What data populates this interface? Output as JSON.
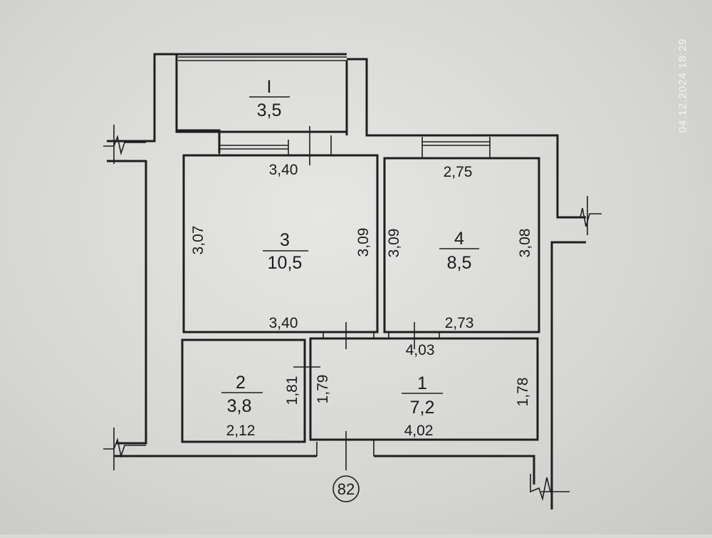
{
  "timestamp": "04.12.2024 18:29",
  "apartment_number": "82",
  "rooms": [
    {
      "id": "balcony",
      "number": "I",
      "area": "3,5"
    },
    {
      "id": "room-3",
      "number": "3",
      "area": "10,5",
      "dims": {
        "top": "3,40",
        "bottom": "3,40",
        "left": "3,07",
        "right": "3,09"
      }
    },
    {
      "id": "room-4",
      "number": "4",
      "area": "8,5",
      "dims": {
        "top": "2,75",
        "bottom": "2,73",
        "left": "3,09",
        "right": "3,08"
      }
    },
    {
      "id": "room-2",
      "number": "2",
      "area": "3,8",
      "dims": {
        "bottom": "2,12",
        "right": "1,81"
      }
    },
    {
      "id": "room-1",
      "number": "1",
      "area": "7,2",
      "dims": {
        "top": "4,03",
        "bottom": "4,02",
        "left": "1,79",
        "right": "1,78"
      }
    }
  ]
}
